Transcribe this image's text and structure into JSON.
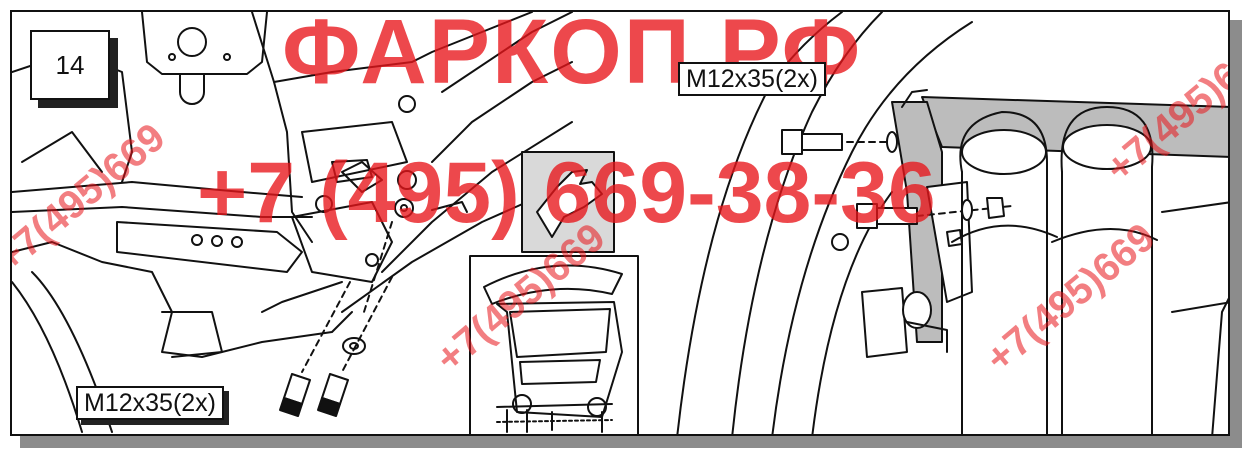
{
  "step_number": "14",
  "bolt_label_left": "M12x35(2x)",
  "bolt_label_right": "M12x35(2x)",
  "watermark": {
    "brand": "ФАРКОП.РФ",
    "phone": "+7 (495) 669-38-36",
    "diagonal_text": "+7(495)669"
  },
  "colors": {
    "watermark": "#e8161b",
    "line": "#111111",
    "panel_gray": "#bcbcbc",
    "frame_shadow": "#8c8c8c"
  }
}
